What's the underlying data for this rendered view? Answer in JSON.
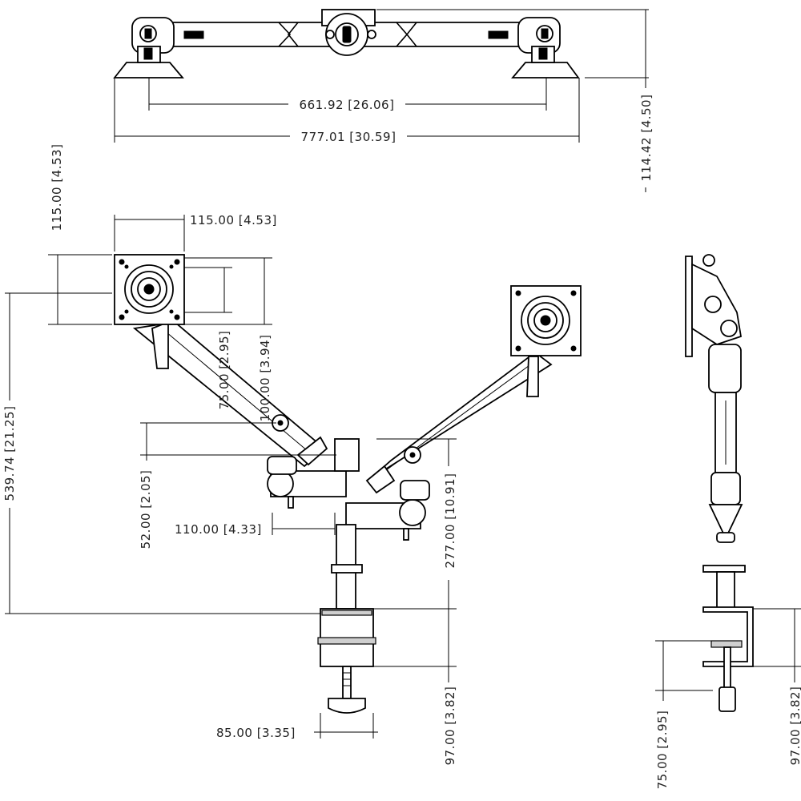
{
  "drawing": {
    "dimensions": [
      {
        "id": "mount-spacing",
        "text": "661.92 [26.06]"
      },
      {
        "id": "overall-width",
        "text": "777.01 [30.59]"
      },
      {
        "id": "top-view-height",
        "text": "114.42 [4.50]"
      },
      {
        "id": "plate-width",
        "text": "115.00 [4.53]"
      },
      {
        "id": "plate-height",
        "text": "115.00 [4.53]"
      },
      {
        "id": "vesa-75",
        "text": "75.00 [2.95]"
      },
      {
        "id": "vesa-100",
        "text": "100.00 [3.94]"
      },
      {
        "id": "overall-height",
        "text": "539.74 [21.25]"
      },
      {
        "id": "arm-offset",
        "text": "52.00 [2.05]"
      },
      {
        "id": "arm-reach",
        "text": "110.00 [4.33]"
      },
      {
        "id": "arm-height",
        "text": "277.00 [10.91]"
      },
      {
        "id": "clamp-width",
        "text": "85.00 [3.35]"
      },
      {
        "id": "clamp-depth-front",
        "text": "97.00 [3.82]"
      },
      {
        "id": "clamp-depth-side",
        "text": "97.00 [3.82]"
      },
      {
        "id": "clamp-screw",
        "text": "75.00 [2.95]"
      }
    ]
  }
}
